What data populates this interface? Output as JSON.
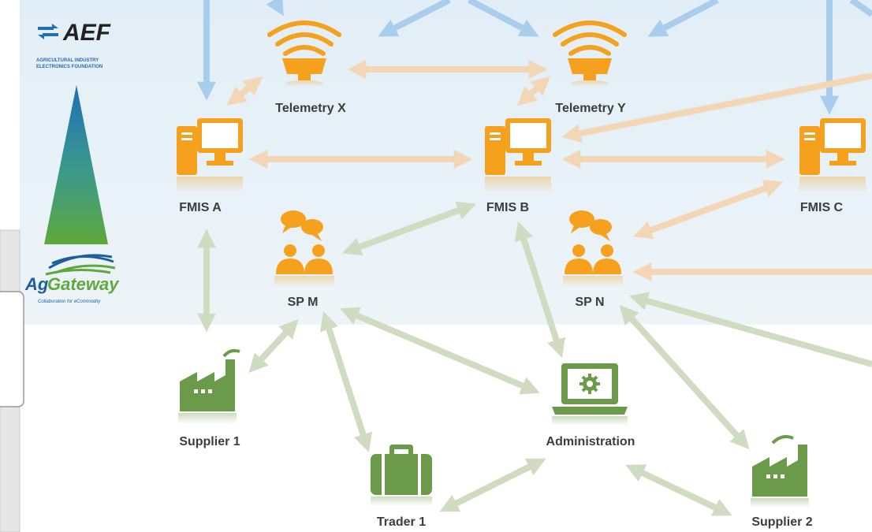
{
  "nodes": {
    "telemetry_x": "Telemetry X",
    "telemetry_y": "Telemetry Y",
    "fmis_a": "FMIS A",
    "fmis_b": "FMIS B",
    "fmis_c": "FMIS C",
    "sp_m": "SP M",
    "sp_n": "SP N",
    "supplier_1": "Supplier 1",
    "supplier_2": "Supplier 2",
    "trader_1": "Trader 1",
    "administration": "Administration"
  },
  "logos": {
    "aef_title": "AEF",
    "aef_line1": "AGRICULTURAL INDUSTRY",
    "aef_line2": "ELECTRONICS FOUNDATION",
    "ag_part1": "Ag",
    "ag_part2": "Gateway",
    "ag_tagline": "Collaboration for eCommodity"
  },
  "colors": {
    "orange": "#f5a11d",
    "green": "#6a9a4a",
    "blue_arrow": "#a9cdec",
    "orange_arrow": "#f3d6b5",
    "green_arrow": "#cfdcc2",
    "band": "#e8f1f8"
  }
}
